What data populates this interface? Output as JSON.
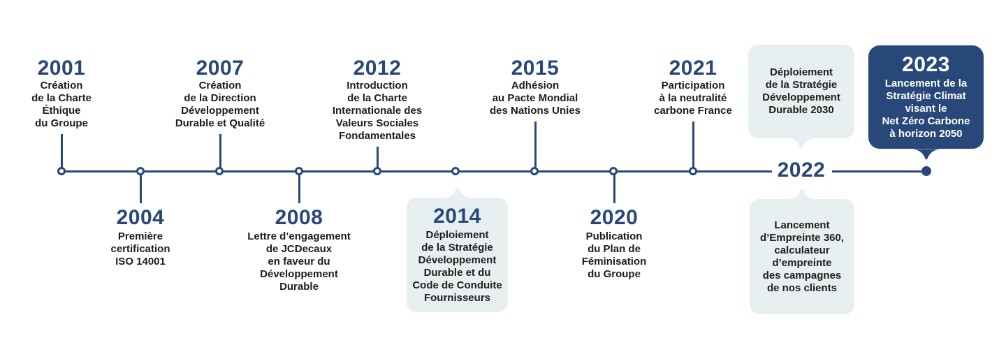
{
  "colors": {
    "navy": "#29487A",
    "light_box": "#E8EFF1",
    "text": "#1D1D1B",
    "background": "#FFFFFF"
  },
  "timeline": {
    "events": [
      {
        "year": "2001",
        "description": "Création\nde la Charte\nÉthique\ndu Groupe"
      },
      {
        "year": "2004",
        "description": "Première\ncertification\nISO 14001"
      },
      {
        "year": "2007",
        "description": "Création\nde la Direction\nDéveloppement\nDurable et Qualité"
      },
      {
        "year": "2008",
        "description": "Lettre d’engagement\nde JCDecaux\nen faveur du\nDéveloppement\nDurable"
      },
      {
        "year": "2012",
        "description": "Introduction\nde la Charte\nInternationale des\nValeurs Sociales\nFondamentales"
      },
      {
        "year": "2014",
        "description": "Déploiement\nde la Stratégie\nDéveloppement\nDurable et du\nCode de Conduite\nFournisseurs"
      },
      {
        "year": "2015",
        "description": "Adhésion\nau Pacte Mondial\ndes Nations Unies"
      },
      {
        "year": "2020",
        "description": "Publication\ndu Plan de\nFéminisation\ndu Groupe"
      },
      {
        "year": "2021",
        "description": "Participation\nà la neutralité\ncarbone France"
      },
      {
        "year": "2022",
        "description_top": "Déploiement\nde la Stratégie\nDéveloppement\nDurable 2030",
        "description_bottom": "Lancement\nd’Empreinte 360,\ncalculateur\nd’empreinte\ndes campagnes\nde nos clients"
      },
      {
        "year": "2023",
        "description": "Lancement de la\nStratégie Climat\nvisant le\nNet Zéro Carbone\nà horizon 2050"
      }
    ]
  }
}
